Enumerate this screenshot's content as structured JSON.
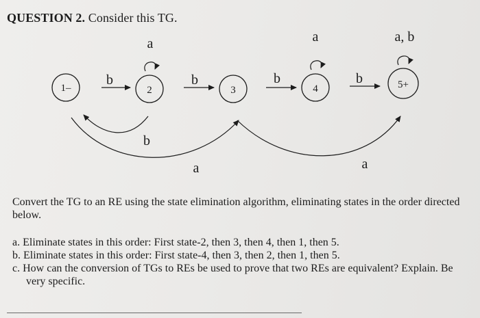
{
  "question": {
    "number": "QUESTION 2.",
    "prompt": "Consider this TG."
  },
  "tg": {
    "states": [
      {
        "id": "s1",
        "label": "1–"
      },
      {
        "id": "s2",
        "label": "2"
      },
      {
        "id": "s3",
        "label": "3"
      },
      {
        "id": "s4",
        "label": "4"
      },
      {
        "id": "s5",
        "label": "5+"
      }
    ],
    "transitions": [
      {
        "from": "1",
        "to": "2",
        "label": "b"
      },
      {
        "from": "2",
        "to": "3",
        "label": "b"
      },
      {
        "from": "3",
        "to": "4",
        "label": "b"
      },
      {
        "from": "4",
        "to": "5",
        "label": "b"
      },
      {
        "from": "2",
        "to": "2",
        "label": "a"
      },
      {
        "from": "4",
        "to": "4",
        "label": "a"
      },
      {
        "from": "5",
        "to": "5",
        "label": "a, b"
      },
      {
        "from": "2",
        "to": "1",
        "label": "b"
      },
      {
        "from": "1",
        "to": "3",
        "label": "a"
      },
      {
        "from": "3",
        "to": "5",
        "label": "a"
      }
    ]
  },
  "instructions": {
    "intro": "Convert the TG to an RE using the state elimination algorithm, eliminating states in the order directed below.",
    "items": [
      "a. Eliminate states in this order: First state-2, then 3, then 4, then 1, then 5.",
      "b. Eliminate states in this order: First state-4, then 3, then 2, then 1, then 5.",
      "c. How can the conversion of TGs to REs be used to prove that two REs are equivalent? Explain. Be very specific."
    ]
  }
}
